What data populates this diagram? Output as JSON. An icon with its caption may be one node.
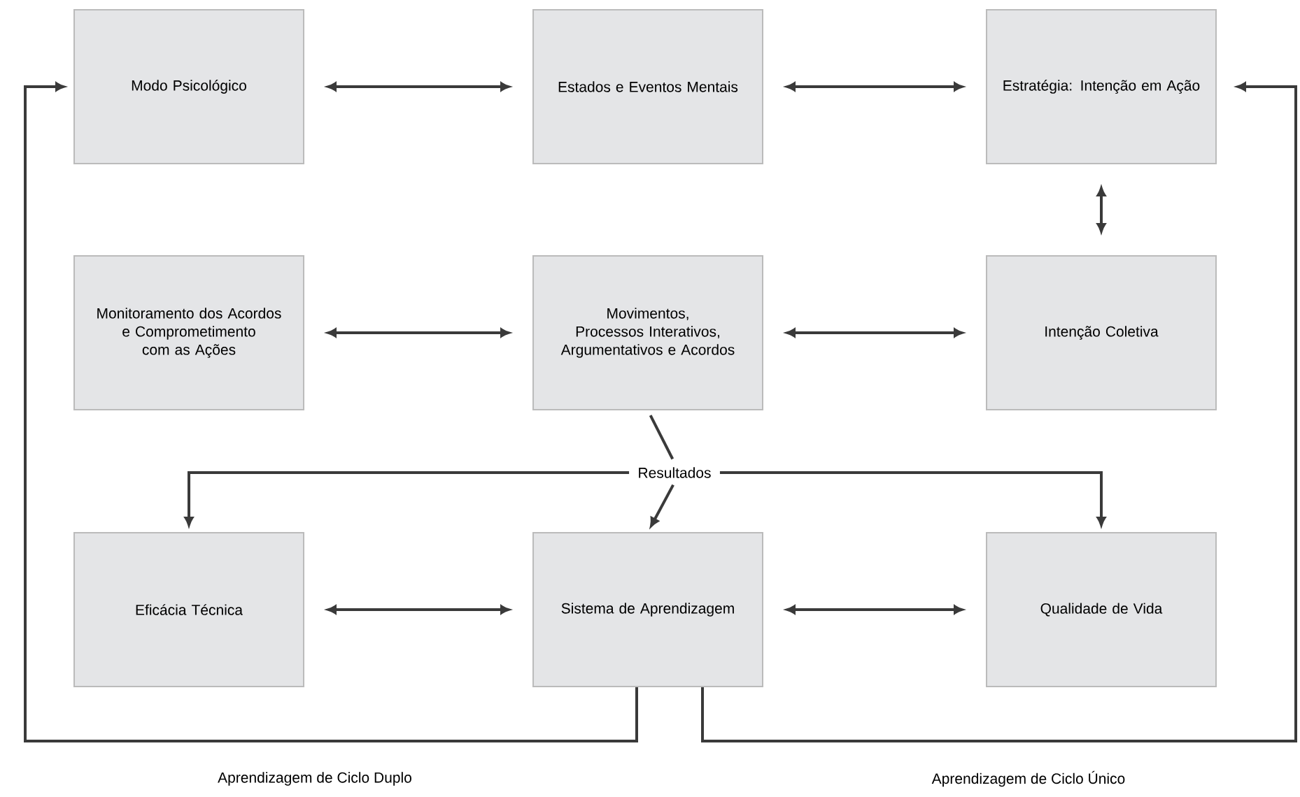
{
  "diagram": {
    "nodes": [
      {
        "text": [
          "Modo Psicológico"
        ]
      },
      {
        "text": [
          "Estados e Eventos Mentais"
        ]
      },
      {
        "text": [
          "Estratégia: Intenção em Ação"
        ]
      },
      {
        "text": [
          "Monitoramento dos Acordos e Comprometimento com as Ações"
        ]
      },
      {
        "text": [
          "Movimentos, Processos Interativos, Argumentativos e Acordos"
        ]
      },
      {
        "text": [
          "Intenção Coletiva"
        ]
      },
      {
        "text": [
          "Resultados"
        ]
      },
      {
        "text": [
          "Eficácia Técnica"
        ]
      },
      {
        "text": [
          "Sistema de Aprendizagem"
        ]
      },
      {
        "text": [
          "Qualidade de Vida"
        ]
      }
    ],
    "edges": [
      {
        "from": 0,
        "to": 1,
        "arrow": "both"
      },
      {
        "from": 1,
        "to": 2,
        "arrow": "both"
      },
      {
        "from": 2,
        "to": 5,
        "arrow": "both"
      },
      {
        "from": 3,
        "to": 4,
        "arrow": "both"
      },
      {
        "from": 4,
        "to": 5,
        "arrow": "both"
      },
      {
        "from": 4,
        "to": 6,
        "arrow": "none"
      },
      {
        "from": 6,
        "to": 7,
        "arrow": "to"
      },
      {
        "from": 6,
        "to": 8,
        "arrow": "to"
      },
      {
        "from": 6,
        "to": 9,
        "arrow": "to"
      },
      {
        "from": 7,
        "to": 8,
        "arrow": "both"
      },
      {
        "from": 8,
        "to": 9,
        "arrow": "both"
      },
      {
        "from": 8,
        "to": 0,
        "arrow": "to",
        "label": "Aprendizagem de Ciclo Duplo"
      },
      {
        "from": 8,
        "to": 2,
        "arrow": "to",
        "label": "Aprendizagem de Ciclo Único"
      }
    ]
  }
}
